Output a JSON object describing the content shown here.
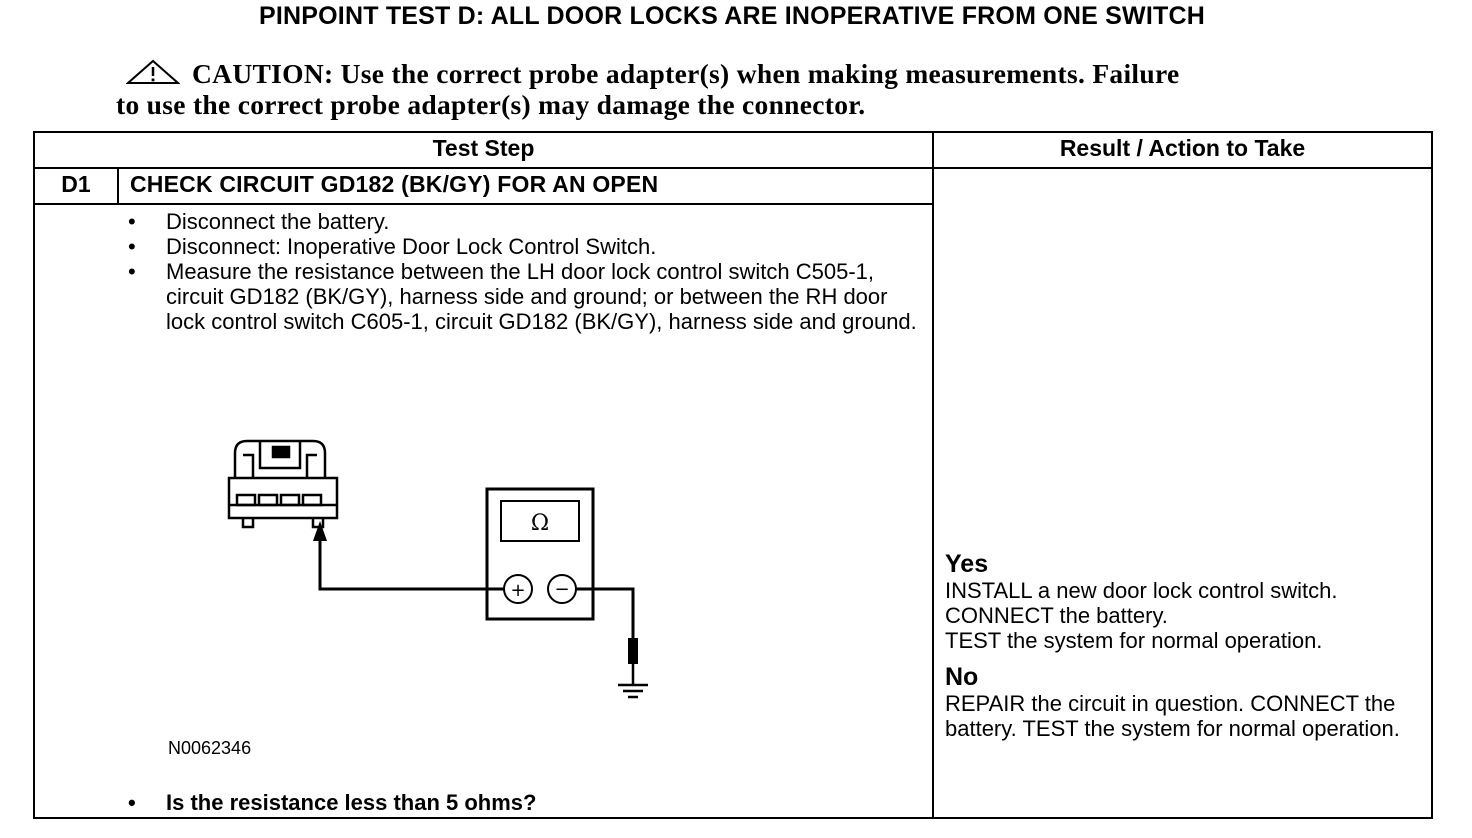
{
  "title": "PINPOINT TEST D: ALL DOOR LOCKS ARE INOPERATIVE FROM ONE SWITCH",
  "caution": {
    "label": "CAUTION:",
    "line1": "Use the correct probe adapter(s) when making measurements. Failure",
    "line2": "to use the correct probe adapter(s) may damage the connector."
  },
  "table": {
    "headers": {
      "test_step": "Test Step",
      "result": "Result / Action to Take"
    },
    "step": {
      "id": "D1",
      "title": "CHECK CIRCUIT GD182 (BK/GY) FOR AN OPEN",
      "bullets": [
        "Disconnect the battery.",
        "Disconnect: Inoperative Door Lock Control Switch.",
        "Measure the resistance between the LH door lock control switch C505-1, circuit GD182 (BK/GY), harness side and ground; or between the RH door lock control switch C605-1, circuit GD182 (BK/GY), harness side and ground."
      ],
      "figure_code": "N0062346",
      "question": "Is the resistance less than 5 ohms?"
    },
    "results": {
      "yes_label": "Yes",
      "yes_lines": [
        "INSTALL a new door lock control switch.",
        "CONNECT the battery.",
        "TEST the system for normal operation."
      ],
      "no_label": "No",
      "no_text": "REPAIR the circuit in question. CONNECT the battery. TEST the system for normal operation."
    }
  },
  "diagram": {
    "meter_symbol": "Ω",
    "plus": "+",
    "minus": "−"
  }
}
